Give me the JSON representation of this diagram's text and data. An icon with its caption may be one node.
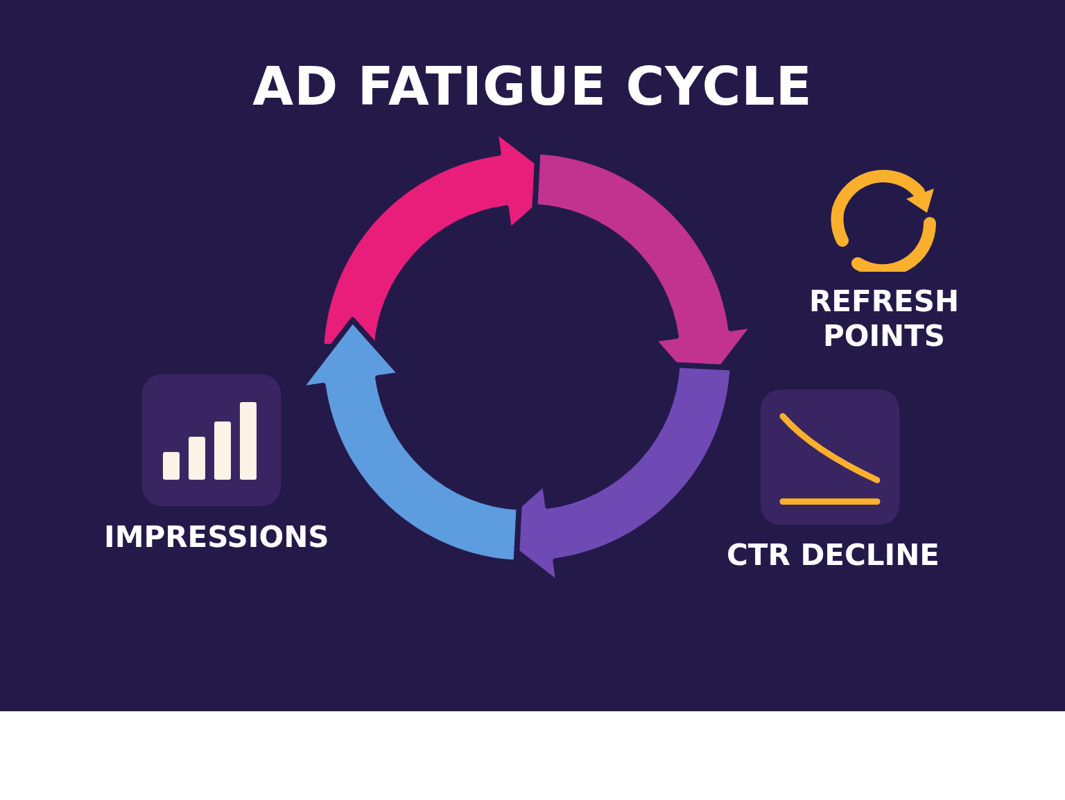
{
  "diagram": {
    "title": "AD FATIGUE CYCLE",
    "nodes": [
      {
        "text": [
          "IMPRESSIONS"
        ]
      },
      {
        "text": [
          "CTR DECLINE"
        ]
      }
    ],
    "labels": [
      "REFRESH POINTS"
    ]
  }
}
